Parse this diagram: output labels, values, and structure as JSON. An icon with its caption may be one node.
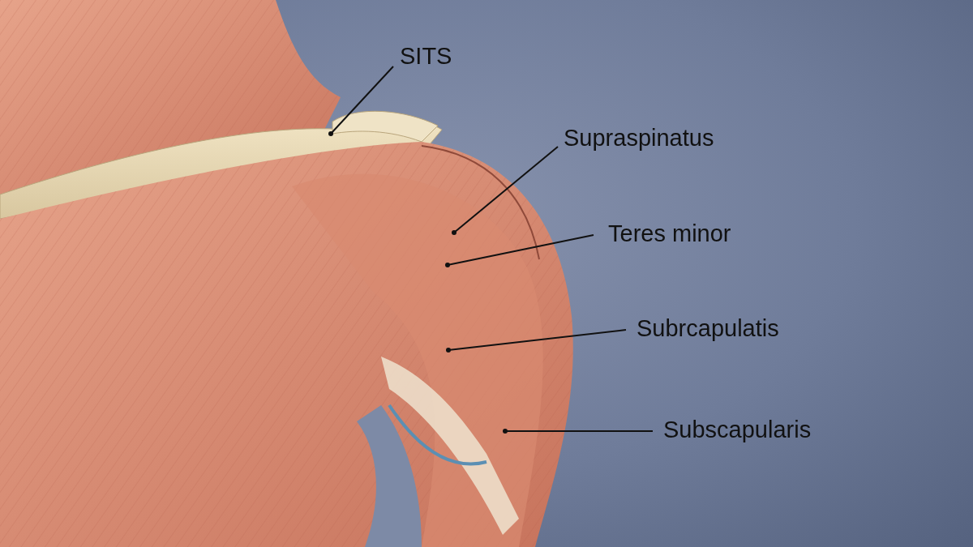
{
  "diagram": {
    "nodes": [
      {
        "text": [
          "SITS"
        ]
      },
      {
        "text": [
          "Supraspinatus"
        ]
      },
      {
        "text": [
          "Teres minor"
        ]
      },
      {
        "text": [
          "Subrcapulatis"
        ]
      },
      {
        "text": [
          "Subscapularis"
        ]
      }
    ],
    "edges": [
      {
        "from": 0,
        "to": null,
        "arrow": "other"
      },
      {
        "from": 1,
        "to": null,
        "arrow": "other"
      },
      {
        "from": 2,
        "to": null,
        "arrow": "other"
      },
      {
        "from": 3,
        "to": null,
        "arrow": "other"
      },
      {
        "from": 4,
        "to": null,
        "arrow": "other"
      }
    ]
  }
}
